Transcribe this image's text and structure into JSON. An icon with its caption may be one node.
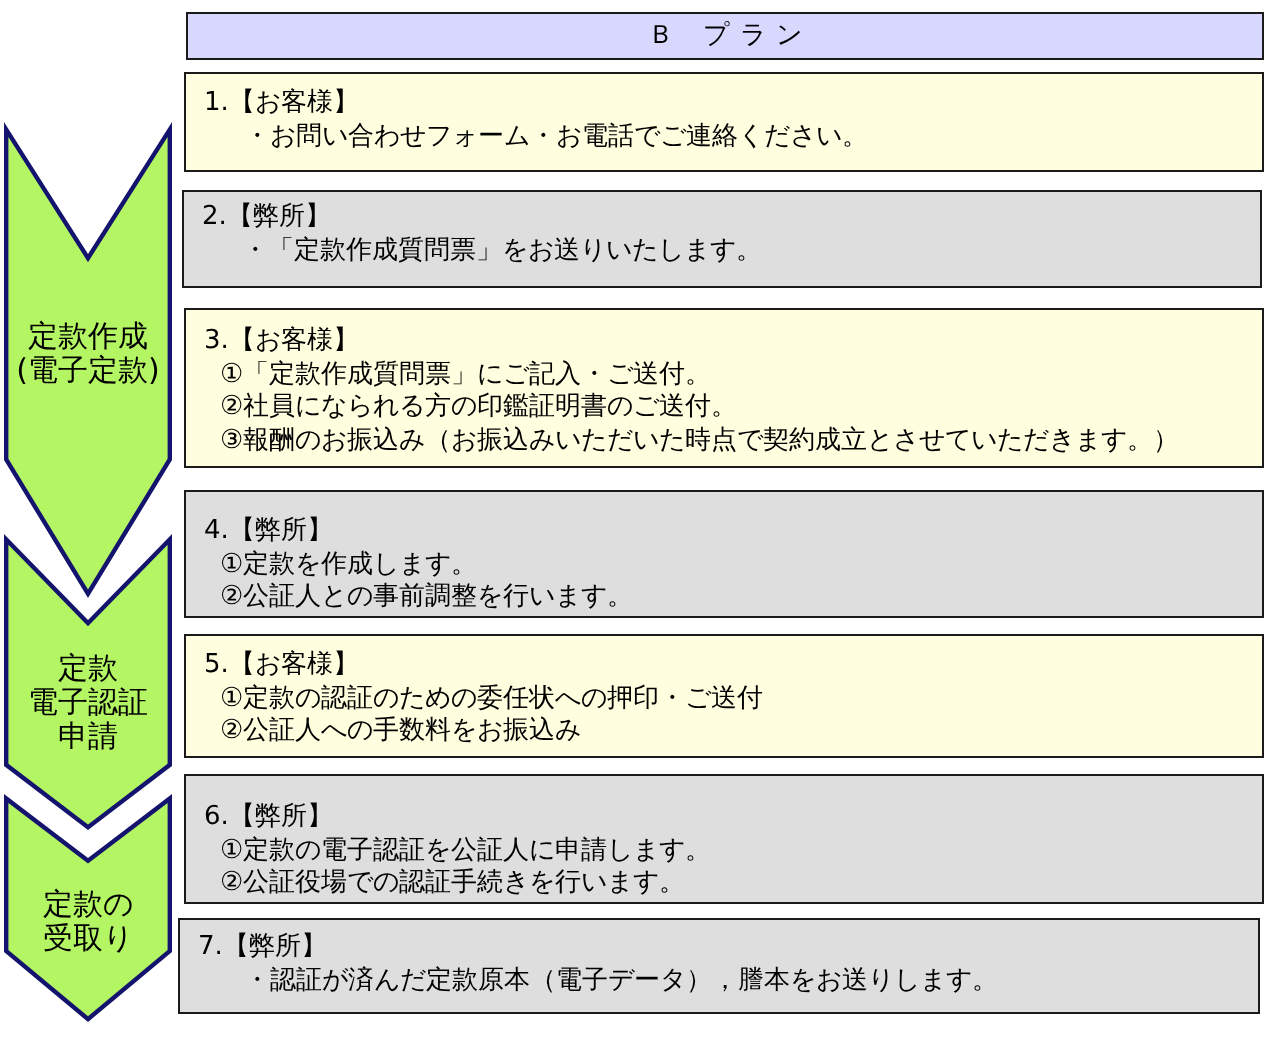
{
  "diagram": {
    "nodes": [
      {
        "text": [
          "Ｂ プラン"
        ]
      },
      {
        "text": [
          "1.【お客様】",
          "・お問い合わせフォーム・お電話でご連絡ください。"
        ]
      },
      {
        "text": [
          "2.【弊所】",
          "・「定款作成質問票」をお送りいたします。"
        ]
      },
      {
        "text": [
          "3.【お客様】",
          "①「定款作成質問票」にご記入・ご送付。",
          "②社員になられる方の印鑑証明書のご送付。",
          "③報酬のお振込み（お振込みいただいた時点で契約成立とさせていただきます。）"
        ]
      },
      {
        "text": [
          "4.【弊所】",
          "①定款を作成します。",
          "②公証人との事前調整を行います。"
        ]
      },
      {
        "text": [
          "5.【お客様】",
          "①定款の認証のための委任状への押印・ご送付",
          "②公証人への手数料をお振込み"
        ]
      },
      {
        "text": [
          "6.【弊所】",
          "①定款の電子認証を公証人に申請します。",
          "②公証役場での認証手続きを行います。"
        ]
      },
      {
        "text": [
          "7.【弊所】",
          "・認証が済んだ定款原本（電子データ），謄本をお送りします。"
        ]
      },
      {
        "text": [
          "定款作成(電子定款)"
        ]
      },
      {
        "text": [
          "定款電子認証申請"
        ]
      },
      {
        "text": [
          "定款の受取り"
        ]
      }
    ]
  }
}
